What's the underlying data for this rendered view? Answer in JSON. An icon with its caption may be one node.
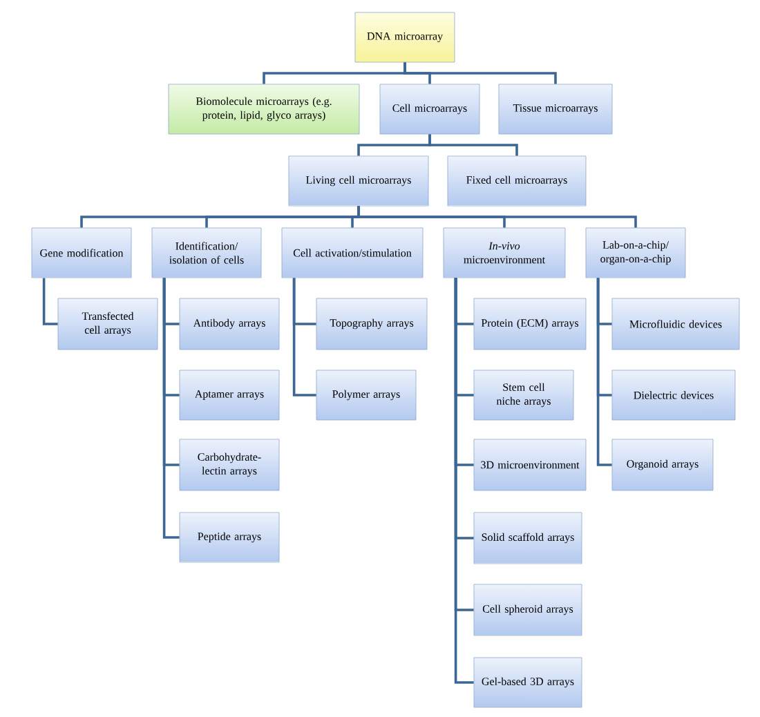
{
  "diagram": {
    "nodes": [
      {
        "text": [
          "DNA microarray"
        ]
      },
      {
        "text": [
          "Biomolecule microarrays (e.g. protein, lipid, glyco arrays)"
        ]
      },
      {
        "text": [
          "Cell microarrays"
        ]
      },
      {
        "text": [
          "Tissue microarrays"
        ]
      },
      {
        "text": [
          "Living cell microarrays"
        ]
      },
      {
        "text": [
          "Fixed cell microarrays"
        ]
      },
      {
        "text": [
          "Gene modification"
        ]
      },
      {
        "text": [
          "Identification/ isolation of cells"
        ]
      },
      {
        "text": [
          "Cell activation/stimulation"
        ]
      },
      {
        "text": [
          "*In-vivo* microenvironment"
        ]
      },
      {
        "text": [
          "Lab-on-a-chip/ organ-on-a-chip"
        ]
      },
      {
        "text": [
          "Transfected cell arrays"
        ]
      },
      {
        "text": [
          "Antibody arrays"
        ]
      },
      {
        "text": [
          "Aptamer arrays"
        ]
      },
      {
        "text": [
          "Carbohydrate-lectin arrays"
        ]
      },
      {
        "text": [
          "Peptide arrays"
        ]
      },
      {
        "text": [
          "Topography arrays"
        ]
      },
      {
        "text": [
          "Polymer arrays"
        ]
      },
      {
        "text": [
          "Protein (ECM) arrays"
        ]
      },
      {
        "text": [
          "Stem cell niche arrays"
        ]
      },
      {
        "text": [
          "3D microenvironment"
        ]
      },
      {
        "text": [
          "Solid scaffold arrays"
        ]
      },
      {
        "text": [
          "Cell spheroid arrays"
        ]
      },
      {
        "text": [
          "Gel-based 3D arrays"
        ]
      },
      {
        "text": [
          "Microfluidic devices"
        ]
      },
      {
        "text": [
          "Dielectric devices"
        ]
      },
      {
        "text": [
          "Organoid arrays"
        ]
      }
    ],
    "edges": [
      {
        "from": 0,
        "to": 1,
        "arrow": "none"
      },
      {
        "from": 0,
        "to": 2,
        "arrow": "none"
      },
      {
        "from": 0,
        "to": 3,
        "arrow": "none"
      },
      {
        "from": 2,
        "to": 4,
        "arrow": "none"
      },
      {
        "from": 2,
        "to": 5,
        "arrow": "none"
      },
      {
        "from": 4,
        "to": 6,
        "arrow": "none"
      },
      {
        "from": 4,
        "to": 7,
        "arrow": "none"
      },
      {
        "from": 4,
        "to": 8,
        "arrow": "none"
      },
      {
        "from": 4,
        "to": 9,
        "arrow": "none"
      },
      {
        "from": 4,
        "to": 10,
        "arrow": "none"
      },
      {
        "from": 6,
        "to": 11,
        "arrow": "none"
      },
      {
        "from": 7,
        "to": 12,
        "arrow": "none"
      },
      {
        "from": 7,
        "to": 13,
        "arrow": "none"
      },
      {
        "from": 7,
        "to": 14,
        "arrow": "none"
      },
      {
        "from": 7,
        "to": 15,
        "arrow": "none"
      },
      {
        "from": 8,
        "to": 16,
        "arrow": "none"
      },
      {
        "from": 8,
        "to": 17,
        "arrow": "none"
      },
      {
        "from": 9,
        "to": 18,
        "arrow": "none"
      },
      {
        "from": 9,
        "to": 19,
        "arrow": "none"
      },
      {
        "from": 9,
        "to": 20,
        "arrow": "none"
      },
      {
        "from": 9,
        "to": 21,
        "arrow": "none"
      },
      {
        "from": 9,
        "to": 22,
        "arrow": "none"
      },
      {
        "from": 9,
        "to": 23,
        "arrow": "none"
      },
      {
        "from": 10,
        "to": 24,
        "arrow": "none"
      },
      {
        "from": 10,
        "to": 25,
        "arrow": "none"
      },
      {
        "from": 10,
        "to": 26,
        "arrow": "none"
      }
    ]
  }
}
